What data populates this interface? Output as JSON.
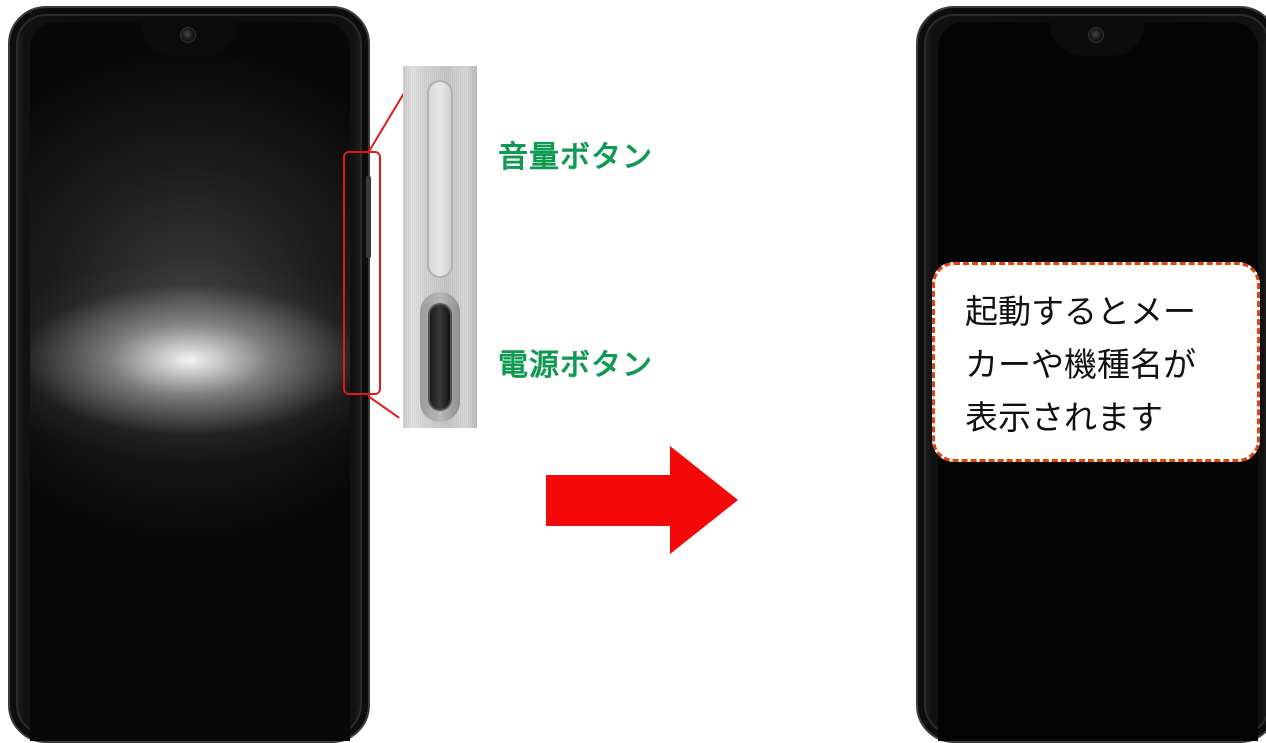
{
  "labels": {
    "volume_button": "音量ボタン",
    "power_button": "電源ボタン"
  },
  "callout": {
    "lines": [
      "起動するとメー",
      "カーや機種名が",
      "表示されます"
    ]
  },
  "icons": {
    "arrow": "arrow-right-icon",
    "camera": "front-camera-icon"
  },
  "colors": {
    "label_green": "#0f9a52",
    "highlight_red": "#e01a1a",
    "arrow_red": "#f40808",
    "callout_border": "#e0450f"
  }
}
